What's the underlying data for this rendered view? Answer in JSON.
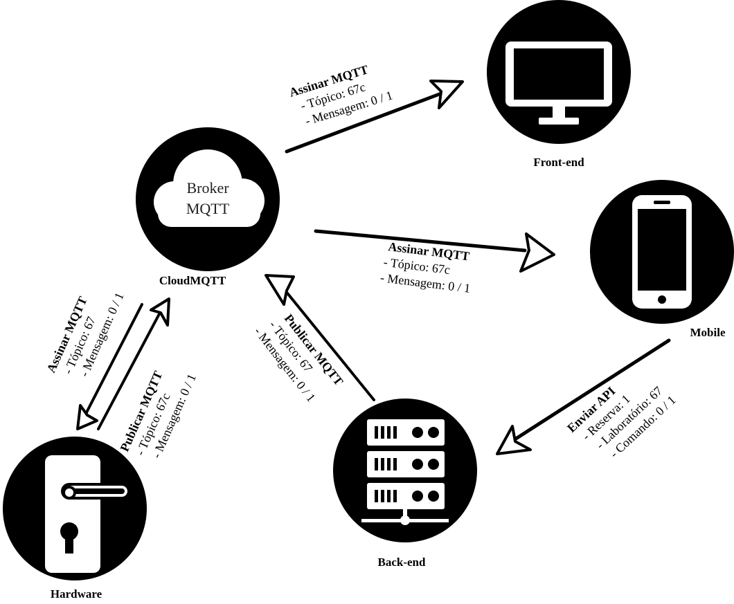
{
  "nodes": {
    "broker": {
      "inner_line1": "Broker",
      "inner_line2": "MQTT",
      "label": "CloudMQTT"
    },
    "frontend": {
      "label": "Front-end"
    },
    "mobile": {
      "label": "Mobile"
    },
    "backend": {
      "label": "Back-end"
    },
    "hardware": {
      "label": "Hardware"
    }
  },
  "messages": {
    "broker_frontend": {
      "title": "Assinar MQTT",
      "line1": "- Tópico: 67c",
      "line2": "- Mensagem: 0 / 1"
    },
    "broker_mobile": {
      "title": "Assinar MQTT",
      "line1": "- Tópico: 67c",
      "line2": "- Mensagem: 0 / 1"
    },
    "backend_broker": {
      "title": "Publicar MQTT",
      "line1": "- Tópico: 67",
      "line2": "- Mensagem: 0 / 1"
    },
    "broker_hardware": {
      "title": "Assinar MQTT",
      "line1": "- Tópico: 67",
      "line2": "- Mensagem: 0 / 1"
    },
    "hardware_broker": {
      "title": "Publicar MQTT",
      "line1": "- Tópico: 67c",
      "line2": "- Mensagem: 0 / 1"
    },
    "mobile_backend": {
      "title": "Enviar API",
      "line1": "- Reserva: 1",
      "line2": "- Laboratório: 67",
      "line3": "- Comando: 0 / 1"
    }
  }
}
